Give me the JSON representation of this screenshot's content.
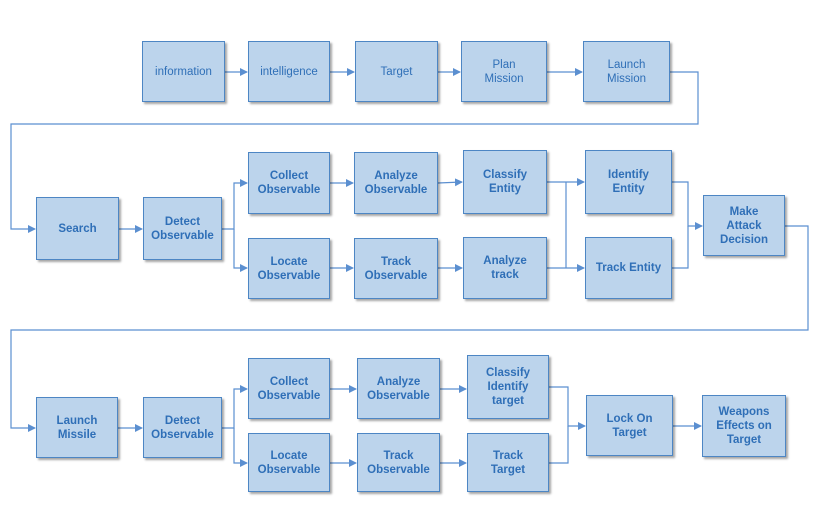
{
  "colors": {
    "box_fill": "#bcd4ec",
    "box_border": "#4d86c4",
    "text": "#2f6fb7",
    "connector": "#5b8fd0"
  },
  "row1": {
    "information": "information",
    "intelligence": "intelligence",
    "target": "Target",
    "plan_mission": "Plan\nMission",
    "launch_mission": "Launch\nMission"
  },
  "row2": {
    "search": "Search",
    "detect_observable": "Detect\nObservable",
    "collect_observable": "Collect\nObservable",
    "analyze_observable": "Analyze\nObservable",
    "classify_entity": "Classify\nEntity",
    "identify_entity": "Identify\nEntity",
    "locate_observable": "Locate\nObservable",
    "track_observable": "Track\nObservable",
    "analyze_track": "Analyze\ntrack",
    "track_entity": "Track  Entity",
    "make_attack_decision": "Make\nAttack\nDecision"
  },
  "row3": {
    "launch_missile": "Launch\nMissile",
    "detect_observable": "Detect\nObservable",
    "collect_observable": "Collect\nObservable",
    "analyze_observable": "Analyze\nObservable",
    "classify_identify_target": "Classify\nIdentify\ntarget",
    "lock_on_target": "Lock On\nTarget",
    "weapons_effects_on_target": "Weapons\nEffects on\nTarget",
    "locate_observable": "Locate\nObservable",
    "track_observable": "Track\nObservable",
    "track_target": "Track\nTarget"
  }
}
